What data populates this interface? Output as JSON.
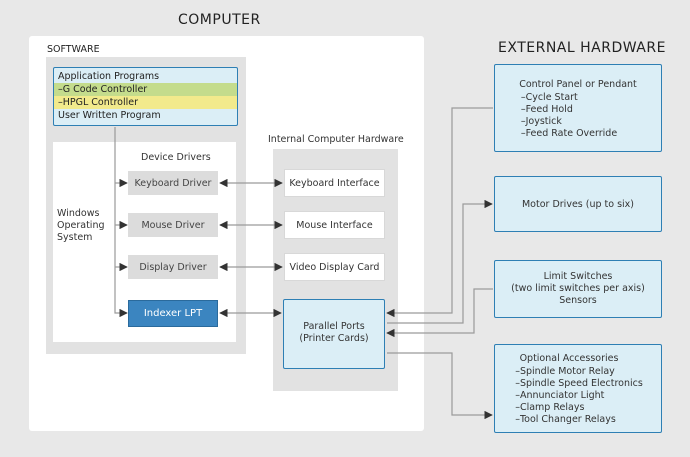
{
  "titles": {
    "computer": "COMPUTER",
    "external_hardware": "EXTERNAL HARDWARE",
    "software": "SOFTWARE",
    "internal_hardware": "Internal Computer Hardware",
    "device_drivers": "Device Drivers",
    "windows_os": [
      "Windows",
      "Operating",
      "System"
    ]
  },
  "applications": {
    "header": "Application Programs",
    "items": [
      "–G Code Controller",
      "–HPGL Controller"
    ],
    "footer": "User Written Program"
  },
  "drivers": [
    "Keyboard Driver",
    "Mouse Driver",
    "Display Driver"
  ],
  "indexer": "Indexer LPT",
  "interfaces": [
    "Keyboard Interface",
    "Mouse Interface",
    "Video Display Card"
  ],
  "parallel_ports": [
    "Parallel Ports",
    "(Printer Cards)"
  ],
  "external": {
    "control_panel": {
      "title": "Control Panel or Pendant",
      "items": [
        "–Cycle Start",
        "–Feed Hold",
        "–Joystick",
        "–Feed Rate Override"
      ]
    },
    "motor_drives": "Motor Drives (up to six)",
    "limit_switches": [
      "Limit Switches",
      "(two limit switches per axis)",
      "Sensors"
    ],
    "optional": {
      "title": "Optional Accessories",
      "items": [
        "–Spindle Motor Relay",
        "–Spindle Speed Electronics",
        "–Annunciator Light",
        "–Clamp Relays",
        "–Tool Changer Relays"
      ]
    }
  },
  "colors": {
    "blue_border": "#2e7fb4",
    "light_blue": "#dbeef6",
    "green_highlight": "#c4dc8c",
    "yellow_highlight": "#f2ea8c",
    "indexer_fill": "#3b85c0"
  }
}
